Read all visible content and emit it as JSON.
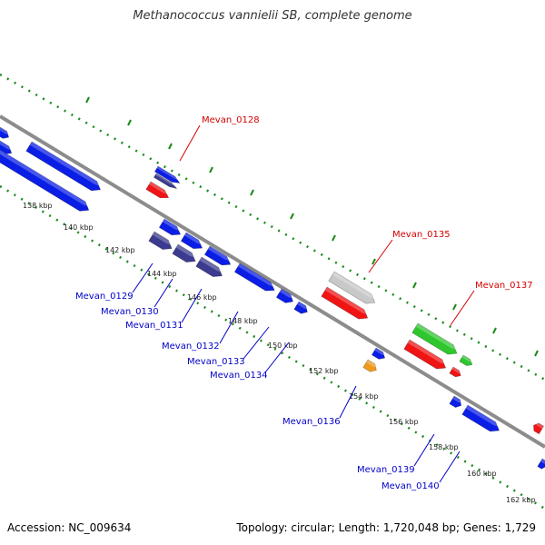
{
  "title": "Methanococcus vannielii SB, complete genome",
  "footer": {
    "accession": "Accession: NC_009634",
    "summary": "Topology: circular; Length: 1,720,048 bp; Genes: 1,729"
  },
  "colors": {
    "backbone": "#8c8c8c",
    "tick": "#1a8a1a",
    "blue": "#0a1ee6",
    "purple": "#3b3b8f",
    "red": "#f01414",
    "grey": "#c8c8c8",
    "green": "#2ec72e",
    "orange": "#f09a1a",
    "label_red": "#d40000",
    "label_blue": "#0000c8"
  },
  "ticks": [
    "138 kbp",
    "140 kbp",
    "142 kbp",
    "144 kbp",
    "146 kbp",
    "148 kbp",
    "150 kbp",
    "152 kbp",
    "154 kbp",
    "156 kbp",
    "158 kbp",
    "160 kbp",
    "162 kbp"
  ],
  "gene_labels": [
    {
      "text": "Mevan_0128",
      "color": "red"
    },
    {
      "text": "Mevan_0135",
      "color": "red"
    },
    {
      "text": "Mevan_0137",
      "color": "red"
    },
    {
      "text": "Mevan_0129",
      "color": "blue"
    },
    {
      "text": "Mevan_0130",
      "color": "blue"
    },
    {
      "text": "Mevan_0131",
      "color": "blue"
    },
    {
      "text": "Mevan_0132",
      "color": "blue"
    },
    {
      "text": "Mevan_0133",
      "color": "blue"
    },
    {
      "text": "Mevan_0134",
      "color": "blue"
    },
    {
      "text": "Mevan_0136",
      "color": "blue"
    },
    {
      "text": "Mevan_0139",
      "color": "blue"
    },
    {
      "text": "Mevan_0140",
      "color": "blue"
    }
  ]
}
